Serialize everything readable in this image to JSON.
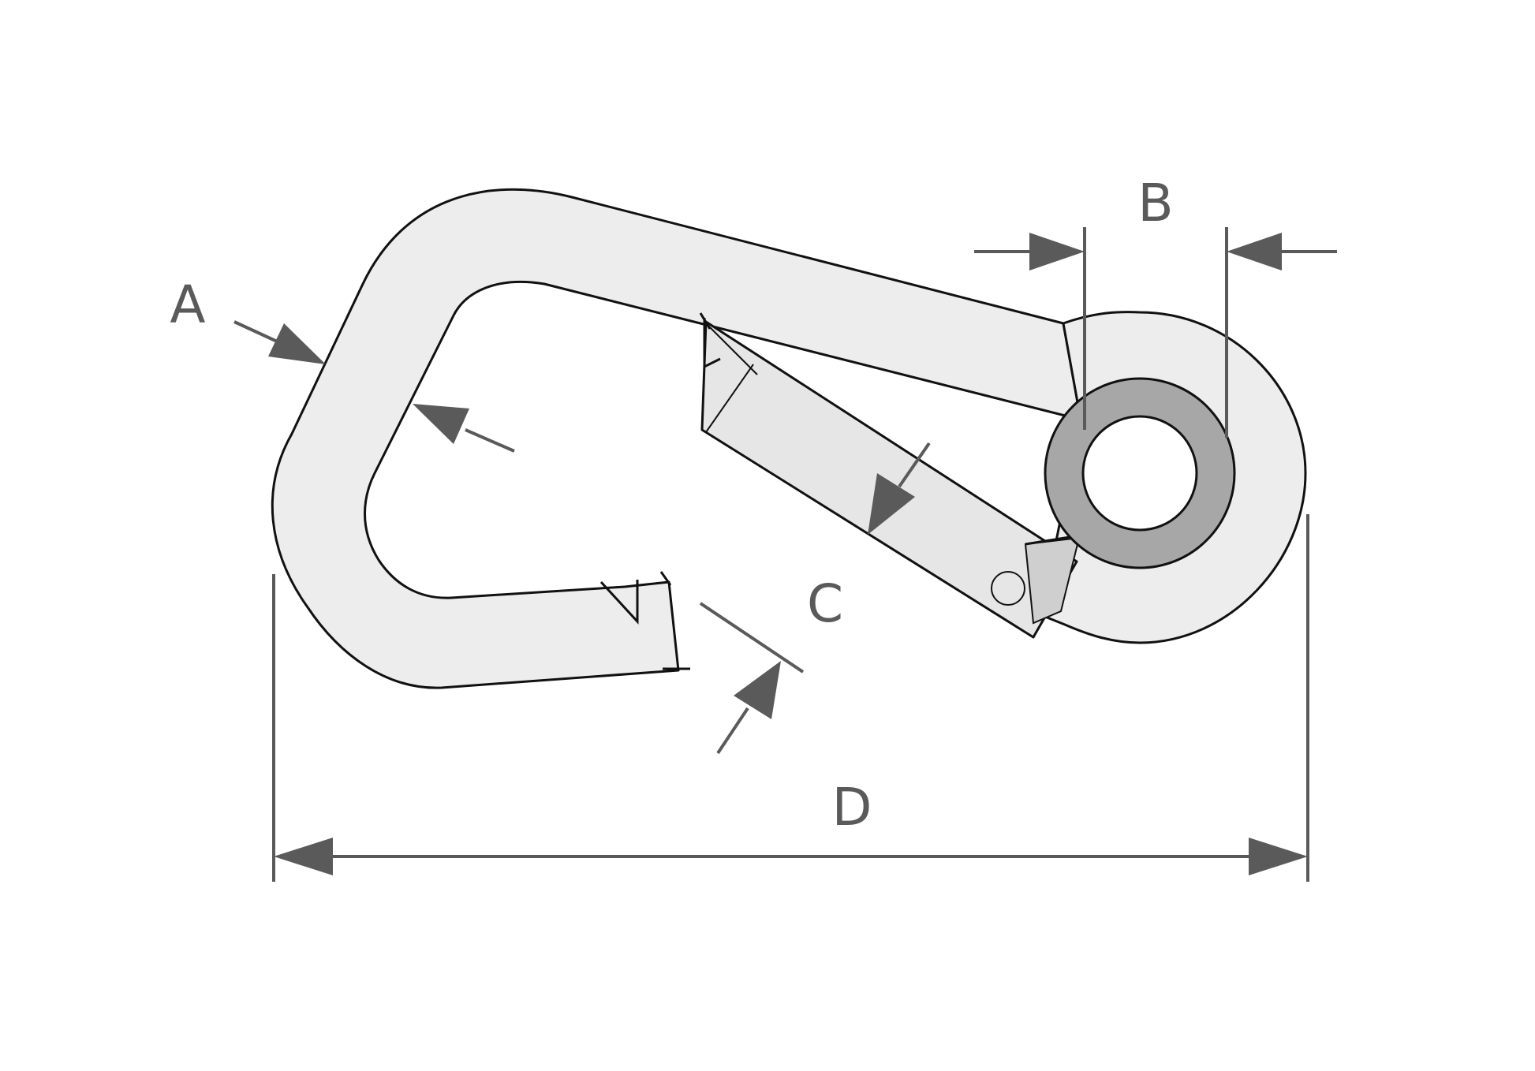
{
  "diagram": {
    "labels": {
      "a": "A",
      "b": "B",
      "c": "C",
      "d": "D"
    },
    "colors": {
      "body_fill": "#ededed",
      "outline": "#111111",
      "dimension": "#5a5a5a",
      "eye_ring": "#a7a7a7",
      "gate_fill": "#e6e6e6"
    }
  }
}
